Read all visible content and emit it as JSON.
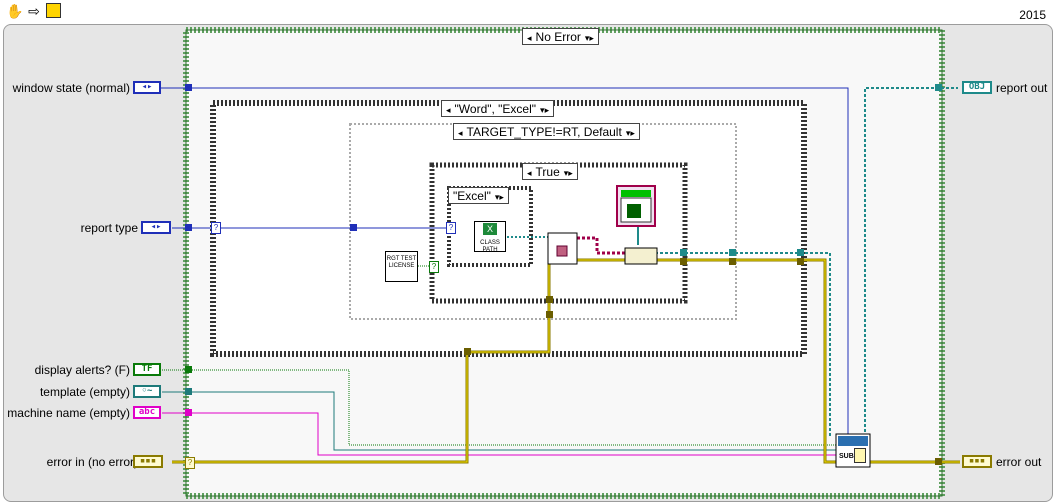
{
  "toolbar": {
    "icons": [
      "hand-icon",
      "run-arrow-icon",
      "vi-icon"
    ],
    "version": "2015"
  },
  "case_selectors": {
    "outer": "No Error",
    "word_excel": "\"Word\", \"Excel\"",
    "target": "TARGET_TYPE!=RT, Default",
    "true_case": "True",
    "excel_case": "\"Excel\""
  },
  "inputs": [
    {
      "label": "window state (normal)",
      "terminal": "◂▸"
    },
    {
      "label": "report type",
      "terminal": "◂▸"
    },
    {
      "label": "display alerts? (F)",
      "terminal": "TF"
    },
    {
      "label": "template (empty)",
      "terminal": "◦~"
    },
    {
      "label": "machine name (empty)",
      "terminal": "abc"
    },
    {
      "label": "error in (no error)",
      "terminal": "▪▪▪"
    }
  ],
  "outputs": [
    {
      "label": "report out",
      "terminal": "OBJ"
    },
    {
      "label": "error out",
      "terminal": "▪▪▪"
    }
  ],
  "nodes": {
    "license": "RGT TEST LICENSE",
    "class_path": "CLASS PATH",
    "sub": "SUB"
  },
  "colors": {
    "enum_blue": "#1f2fb8",
    "bool_green": "#0a7a0a",
    "path_teal": "#1e7a7a",
    "string_pink": "#e000c8",
    "error_yellow": "#8a7a00",
    "object_teal": "#1e8a8a",
    "class_maroon": "#a0004a",
    "frame_green": "#5fa05f"
  }
}
